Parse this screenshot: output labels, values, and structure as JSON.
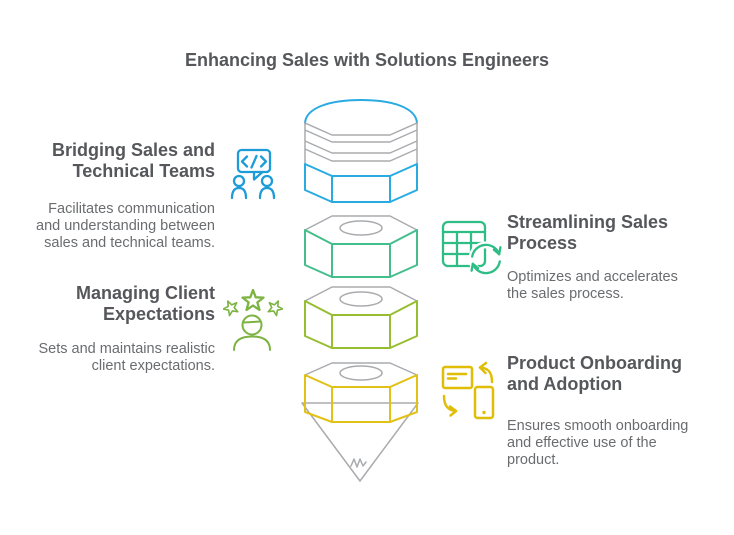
{
  "title": "Enhancing Sales with Solutions Engineers",
  "colors": {
    "background": "#FFFFFF",
    "heading": "#55575B",
    "body-text": "#6A6C6F",
    "blue": "#29ABE2",
    "blue-fill": "#E4F4FC",
    "blue-icon": "#1E9CD7",
    "green": "#44BE8C",
    "green-fill": "#E9F8F0",
    "green-icon": "#2EBD85",
    "lime": "#97BE31",
    "lime-fill": "#F6FAE5",
    "lime-icon": "#7CB342",
    "yellow": "#E2C217",
    "yellow-fill": "#FDF9DC",
    "yellow-icon": "#E0BE07",
    "gray-stroke": "#A9ABAE",
    "face-fill": "#F7F7F8",
    "band-fill": "#F4F4F5",
    "cone-fill": "#FBFBFB"
  },
  "sections": {
    "left": [
      {
        "heading": "Bridging Sales and Technical Teams",
        "description": "Facilitates communication and understanding between sales and technical teams.",
        "icon": "code-chat-icon",
        "icon_color": "#1E9CD7"
      },
      {
        "heading": "Managing Client Expectations",
        "description": "Sets and maintains realistic client expectations.",
        "icon": "client-stars-icon",
        "icon_color": "#7CB342"
      }
    ],
    "right": [
      {
        "heading": "Streamlining Sales Process",
        "description": "Optimizes and accelerates the sales process.",
        "icon": "table-refresh-icon",
        "icon_color": "#2EBD85"
      },
      {
        "heading": "Product Onboarding and Adoption",
        "description": "Ensures smooth onboarding and effective use of the product.",
        "icon": "device-sync-icon",
        "icon_color": "#E0BE07"
      }
    ]
  },
  "funnel": {
    "layers": [
      {
        "name": "top-stack-cylinder",
        "color": "#29ABE2"
      },
      {
        "name": "hex-ring-top",
        "color": "#44BE8C"
      },
      {
        "name": "hex-ring-middle",
        "color": "#97BE31"
      },
      {
        "name": "hex-ring-bottom",
        "color": "#E2C217"
      },
      {
        "name": "spout-cone",
        "color": "#A9ABAE"
      }
    ]
  }
}
